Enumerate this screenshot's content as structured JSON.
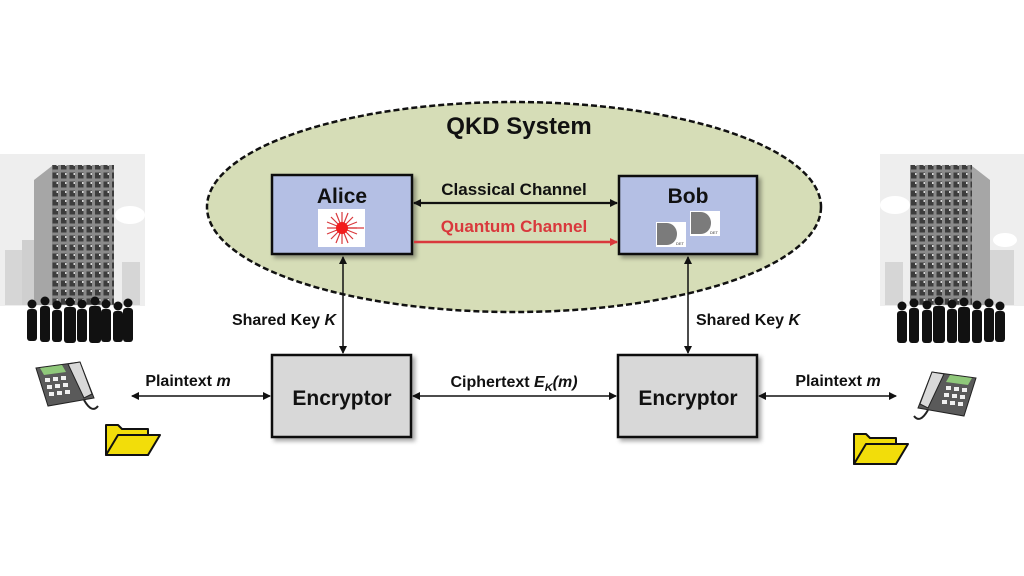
{
  "diagram": {
    "title": "QKD System",
    "colors": {
      "ellipse_fill": "#d6ddb7",
      "node_fill": "#b4bfe4",
      "encryptor_fill": "#d8d8d8",
      "quantum": "#d9383c",
      "classical": "#111111",
      "folder": "#f2dd0a",
      "laser": "#f21c1c"
    },
    "nodes": {
      "alice": {
        "label": "Alice",
        "icon": "laser-source-icon"
      },
      "bob": {
        "label": "Bob",
        "icon": "photon-detector-icon",
        "detector_tag": "DET"
      },
      "encryptor_left": {
        "label": "Encryptor"
      },
      "encryptor_right": {
        "label": "Encryptor"
      }
    },
    "edges": {
      "classical_channel": {
        "label": "Classical Channel",
        "direction": "bidirectional"
      },
      "quantum_channel": {
        "label": "Quantum Channel",
        "direction": "alice-to-bob"
      },
      "shared_key_left": {
        "label": "Shared Key ",
        "var": "K",
        "direction": "bidirectional"
      },
      "shared_key_right": {
        "label": "Shared Key ",
        "var": "K",
        "direction": "bidirectional"
      },
      "ciphertext": {
        "label": "Ciphertext ",
        "var": "E",
        "sub": "K",
        "arg": "(m)",
        "direction": "bidirectional"
      },
      "plaintext_left": {
        "label": "Plaintext ",
        "var": "m",
        "direction": "bidirectional"
      },
      "plaintext_right": {
        "label": "Plaintext ",
        "var": "m",
        "direction": "bidirectional"
      }
    },
    "endpoints": {
      "left": {
        "icons": [
          "office-building-icon",
          "people-crowd-icon",
          "telephone-icon",
          "folder-icon"
        ]
      },
      "right": {
        "icons": [
          "office-building-icon",
          "people-crowd-icon",
          "telephone-icon",
          "folder-icon"
        ]
      }
    }
  }
}
